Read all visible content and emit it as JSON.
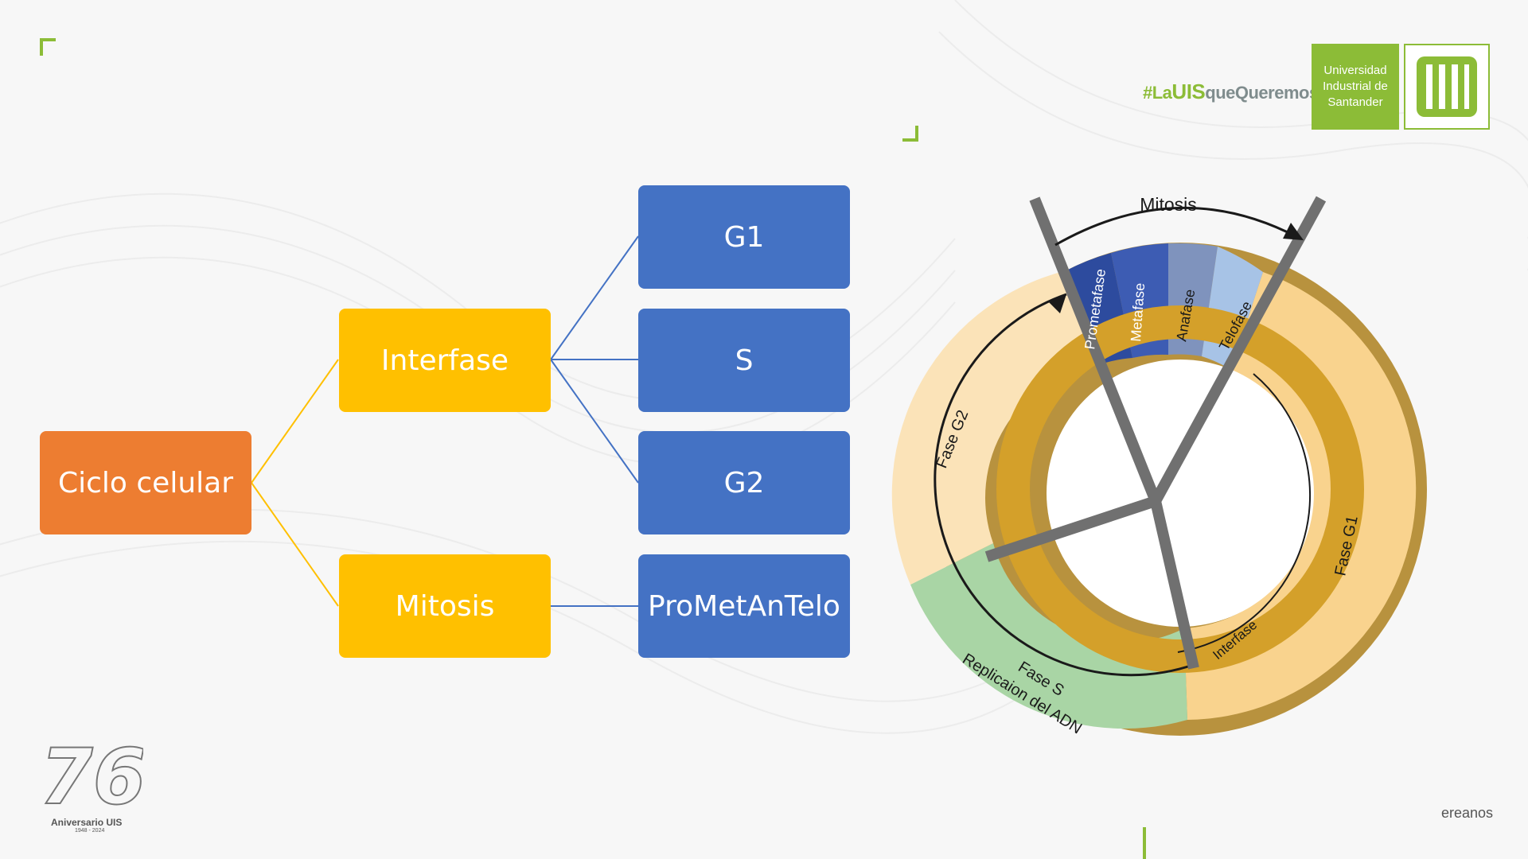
{
  "tree": {
    "root": "Ciclo celular",
    "branch_interfase": "Interfase",
    "branch_mitosis": "Mitosis",
    "leaf_g1": "G1",
    "leaf_s": "S",
    "leaf_g2": "G2",
    "leaf_prometantelo": "ProMetAnTelo"
  },
  "cycle": {
    "mitosis_label": "Mitosis",
    "prometafase": "Prometafase",
    "metafase": "Metafase",
    "anafase": "Anafase",
    "telofase": "Telofase",
    "fase_g2": "Fase G2",
    "fase_g1": "Fase G1",
    "fase_s": "Fase S",
    "replicacion": "Replicaion del ADN",
    "interfase": "Interfase"
  },
  "branding": {
    "hashtag_prefix": "#La",
    "hashtag_uis": "UIS",
    "hashtag_suffix": "queQueremos",
    "university_line1": "Universidad",
    "university_line2": "Industrial de",
    "university_line3": "Santander",
    "anniversary_label": "Aniversario UIS",
    "anniversary_years": "1948 - 2024",
    "anniversary_number": "76",
    "footer_text": "ereanos"
  },
  "colors": {
    "orange": "#ed7d31",
    "yellow": "#ffc000",
    "blue": "#4472c4",
    "uis_green": "#8cbc37",
    "fase_g1_fill": "#f9d38e",
    "fase_g2_fill": "#fbe3b8",
    "fase_s_fill": "#a9d5a5",
    "interfase_ring": "#d4a02a"
  }
}
